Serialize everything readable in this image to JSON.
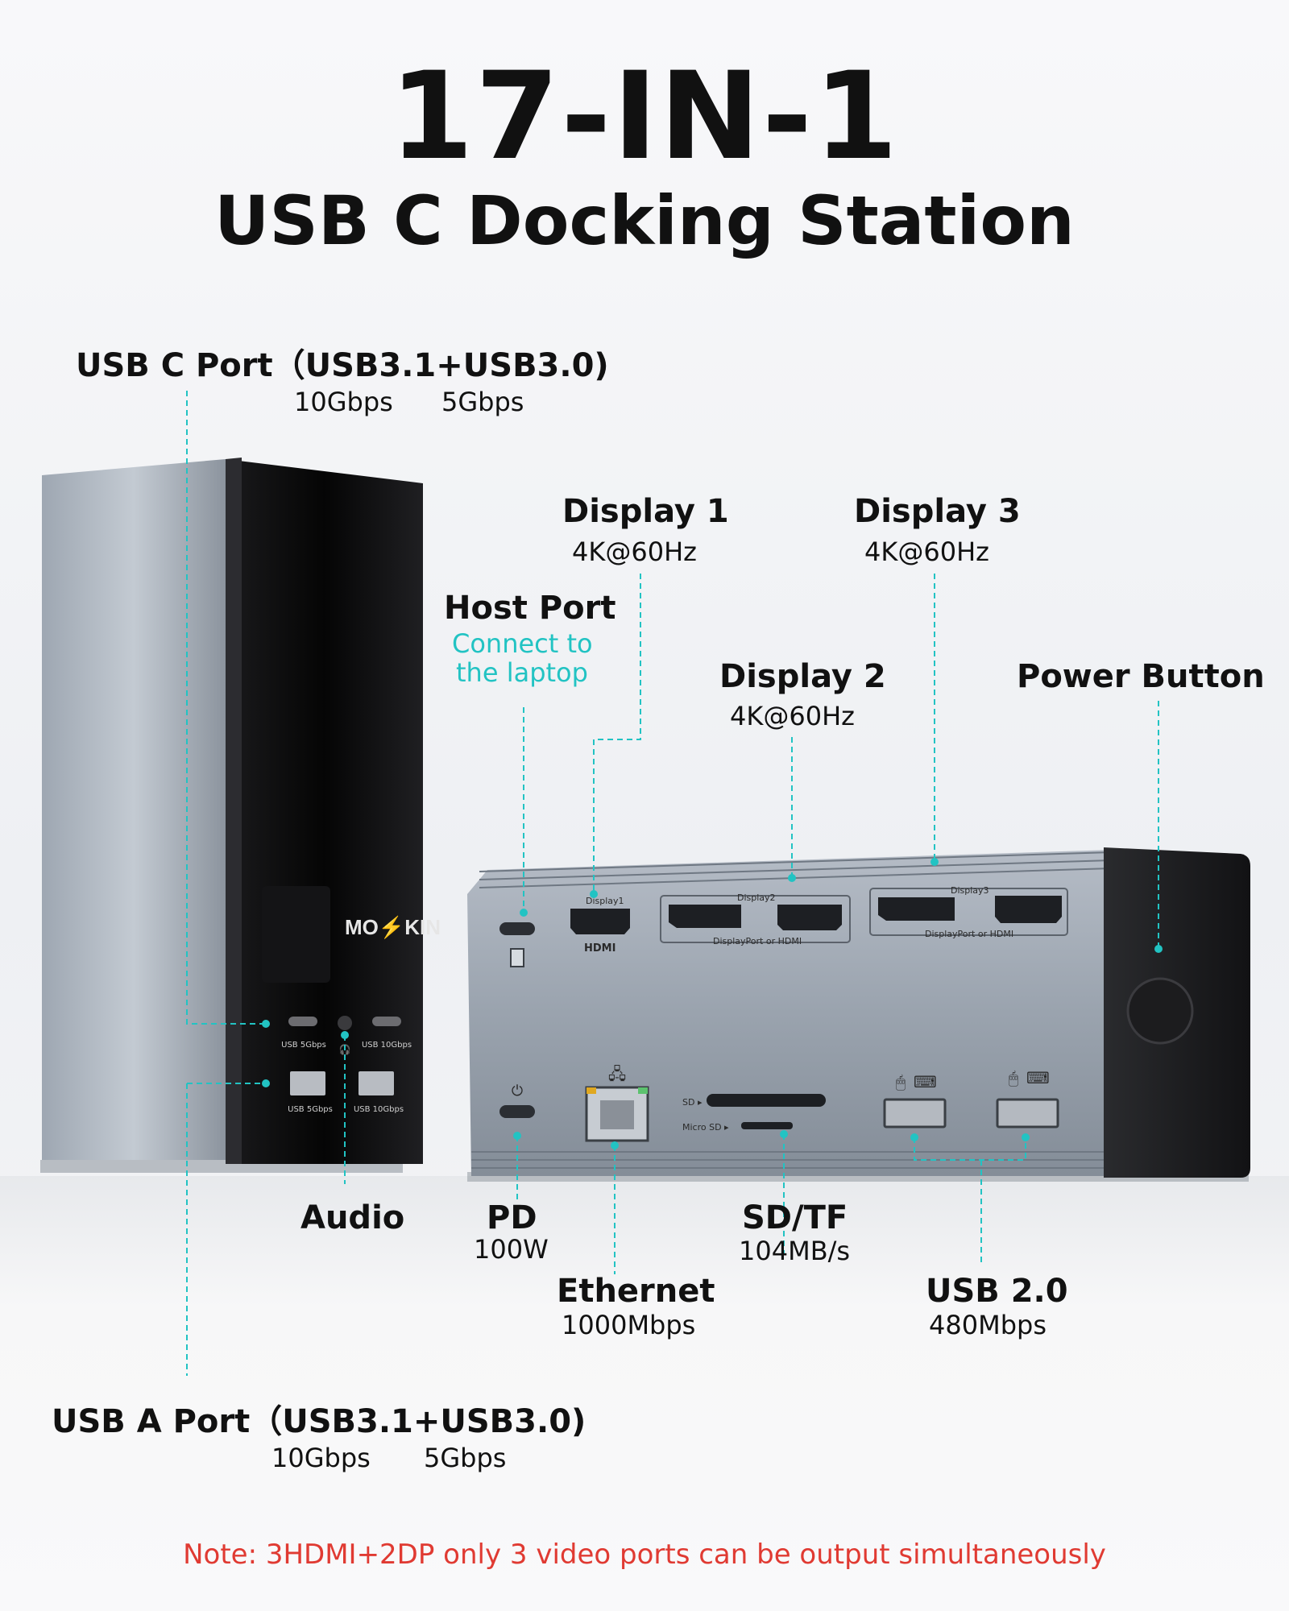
{
  "hero": {
    "title": "17-IN-1",
    "subtitle": "USB C Docking Station"
  },
  "brand": {
    "logo_text": "MOKIN"
  },
  "callouts": {
    "usb_c": {
      "title": "USB C Port（USB3.1+USB3.0)",
      "speed_a": "10Gbps",
      "speed_b": "5Gbps"
    },
    "usb_a": {
      "title": "USB A Port（USB3.1+USB3.0)",
      "speed_a": "10Gbps",
      "speed_b": "5Gbps"
    },
    "display1": {
      "title": "Display 1",
      "spec": "4K@60Hz"
    },
    "display2": {
      "title": "Display 2",
      "spec": "4K@60Hz"
    },
    "display3": {
      "title": "Display 3",
      "spec": "4K@60Hz"
    },
    "host": {
      "title": "Host Port",
      "desc_line1": "Connect to",
      "desc_line2": "the laptop"
    },
    "power": {
      "title": "Power Button"
    },
    "audio": {
      "title": "Audio"
    },
    "pd": {
      "title": "PD",
      "spec": "100W"
    },
    "ethernet": {
      "title": "Ethernet",
      "spec": "1000Mbps"
    },
    "sd": {
      "title": "SD/TF",
      "spec": "104MB/s"
    },
    "usb2": {
      "title": "USB 2.0",
      "spec": "480Mbps"
    }
  },
  "device_labels": {
    "usb_c_5": "USB 5Gbps",
    "usb_c_10": "USB 10Gbps",
    "usb_a_5": "USB 5Gbps",
    "usb_a_10": "USB 10Gbps",
    "port_display1": "Display1",
    "port_display2": "Display2",
    "port_display3": "Display3",
    "hdmi": "HDMI",
    "dp_or_hdmi": "DisplayPort or HDMI",
    "sd": "SD",
    "micro_sd": "Micro SD"
  },
  "note": "Note: 3HDMI+2DP only 3 video ports can be output simultaneously",
  "colors": {
    "accent": "#22c3c3",
    "note": "#e03a32",
    "text": "#111111"
  }
}
